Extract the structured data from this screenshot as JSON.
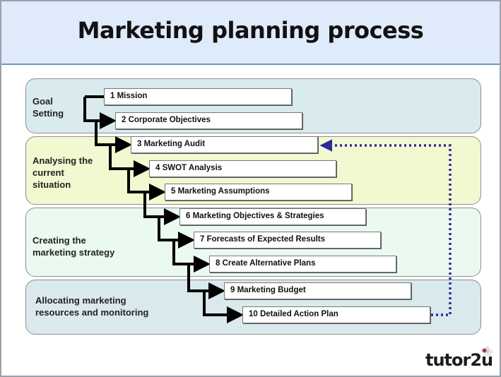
{
  "title": "Marketing planning process",
  "sections": [
    {
      "label": "Goal\nSetting",
      "color": "#d9ebee"
    },
    {
      "label": "Analysing the\ncurrent\nsituation",
      "color": "#f2f8cf"
    },
    {
      "label": "Creating the\nmarketing strategy",
      "color": "#eafaf0"
    },
    {
      "label": "Allocating marketing\nresources and monitoring",
      "color": "#d9e9ec"
    }
  ],
  "steps": [
    {
      "number": "1",
      "label": "1  Mission"
    },
    {
      "number": "2",
      "label": "2  Corporate Objectives"
    },
    {
      "number": "3",
      "label": "3  Marketing Audit"
    },
    {
      "number": "4",
      "label": "4  SWOT Analysis"
    },
    {
      "number": "5",
      "label": "5  Marketing Assumptions"
    },
    {
      "number": "6",
      "label": "6  Marketing Objectives & Strategies"
    },
    {
      "number": "7",
      "label": "7  Forecasts of Expected Results"
    },
    {
      "number": "8",
      "label": "8  Create Alternative Plans"
    },
    {
      "number": "9",
      "label": "9  Marketing Budget"
    },
    {
      "number": "10",
      "label": "10  Detailed Action Plan"
    }
  ],
  "feedback_loop": {
    "from": "10",
    "to": "3",
    "style": "dotted",
    "color": "#2b2b9b"
  },
  "connector_color": "#000000",
  "logo": {
    "text": "tutor2u",
    "icon": "flower-icon"
  }
}
